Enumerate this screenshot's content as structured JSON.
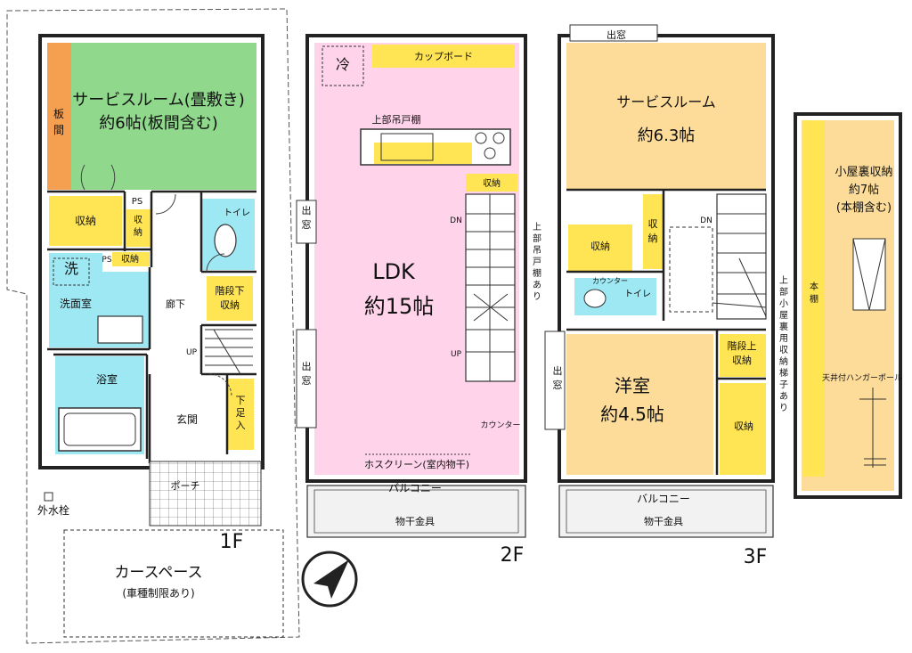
{
  "colors": {
    "green": "#8fd88c",
    "pink": "#ffd4ea",
    "beige": "#fddc9a",
    "yellow": "#ffe454",
    "cyan": "#9ee8f4",
    "orange": "#f5a050",
    "wall": "#222222",
    "balcony": "#f2f2f2"
  },
  "floor1": {
    "floor_label": "1F",
    "board": "板\n間",
    "service_room": "サービスルーム(畳敷き)\n約6帖(板間含む)",
    "storage": "収納",
    "ps1": "PS",
    "storage_small": "収\n納",
    "toilet": "トイレ",
    "ps2": "PS",
    "storage2": "収納",
    "wash_mark": "洗",
    "washroom": "洗面室",
    "corridor": "廊下",
    "under_stair_storage": "階段下\n収納",
    "up": "UP",
    "bathroom": "浴室",
    "entrance": "玄関",
    "shoe_storage": "下\n足\n入",
    "porch": "ポーチ",
    "outdoor_faucet": "外水栓",
    "carspace": "カースペース",
    "carspace_note": "(車種制限あり)"
  },
  "floor2": {
    "floor_label": "2F",
    "fridge": "冷",
    "cupboard": "カップボード",
    "upper_cabinet": "上部吊戸棚",
    "storage": "収納",
    "dn": "DN",
    "up": "UP",
    "window1": "出\n窓",
    "window2": "出\n窓",
    "ldk": "LDK",
    "ldk_size": "約15帖",
    "counter": "カウンター",
    "hoscreen": "ホスクリーン(室内物干)",
    "balcony": "バルコニー",
    "drying": "物干金具",
    "note_upper_cabinet": "上\n部\n吊\n戸\n棚\nあ\nり"
  },
  "floor3": {
    "floor_label": "3F",
    "top_window": "出窓",
    "service_room": "サービスルーム",
    "service_room_size": "約6.3帖",
    "storage1": "収納",
    "storage2": "収\n納",
    "dn": "DN",
    "counter": "カウンター",
    "toilet": "トイレ",
    "stair_top_storage": "階段上\n収納",
    "window": "出\n窓",
    "western_room": "洋室",
    "western_size": "約4.5帖",
    "storage3": "収納",
    "balcony": "バルコニー",
    "drying": "物干金具",
    "note_attic": "上\n部\n小\n屋\n裏\n用\n収\n納\n梯\n子\nあ\nり"
  },
  "attic": {
    "title": "小屋裏収納\n約7帖\n(本棚含む)",
    "bookshelf": "本\n棚",
    "ceiling_hanger": "天井付ハンガーポール"
  }
}
